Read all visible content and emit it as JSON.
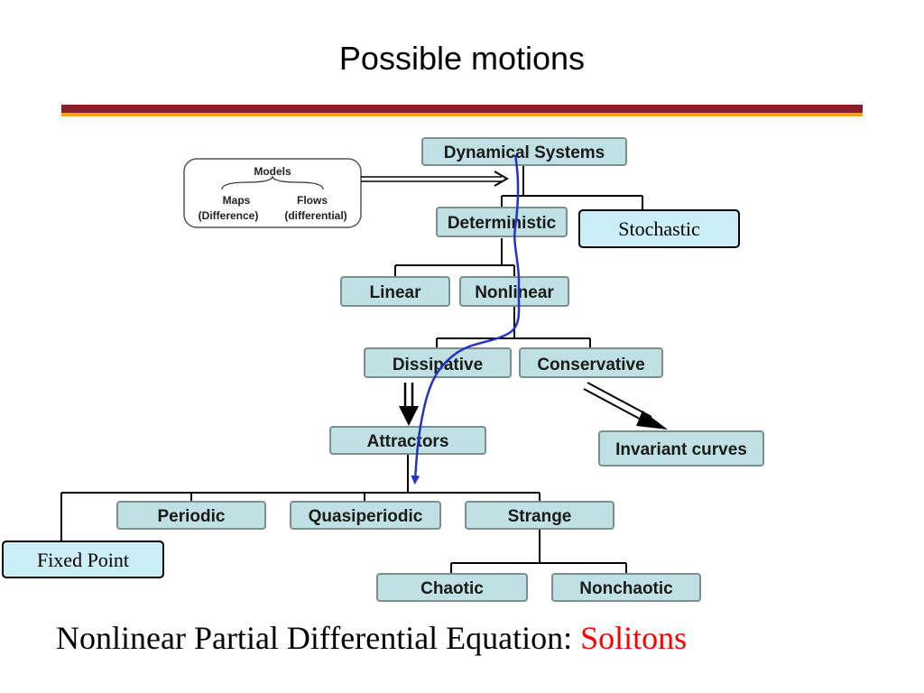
{
  "slide": {
    "title": "Possible motions",
    "stochastic_label": "Stochastic",
    "fixed_point_label": "Fixed  Point",
    "footer_prefix": "Nonlinear Partial Differential Equation: ",
    "footer_highlight": "Solitons"
  },
  "models": {
    "title": "Models",
    "maps_label": "Maps",
    "maps_sub": "(Difference)",
    "flows_label": "Flows",
    "flows_sub": "(differential)"
  },
  "nodes": {
    "dynamical_systems": "Dynamical Systems",
    "deterministic": "Deterministic",
    "linear": "Linear",
    "nonlinear": "Nonlinear",
    "dissipative": "Dissipative",
    "conservative": "Conservative",
    "attractors": "Attractors",
    "invariant_curves": "Invariant curves",
    "periodic": "Periodic",
    "quasiperiodic": "Quasiperiodic",
    "strange": "Strange",
    "chaotic": "Chaotic",
    "nonchaotic": "Nonchaotic"
  },
  "colors": {
    "node_fill": "#bfe1e3",
    "overlay_fill": "#cbeef7",
    "title_bar_dark": "#8b1f26",
    "title_bar_light": "#f0a11c",
    "path_line": "#2233cc",
    "highlight_text": "#ff0000"
  }
}
